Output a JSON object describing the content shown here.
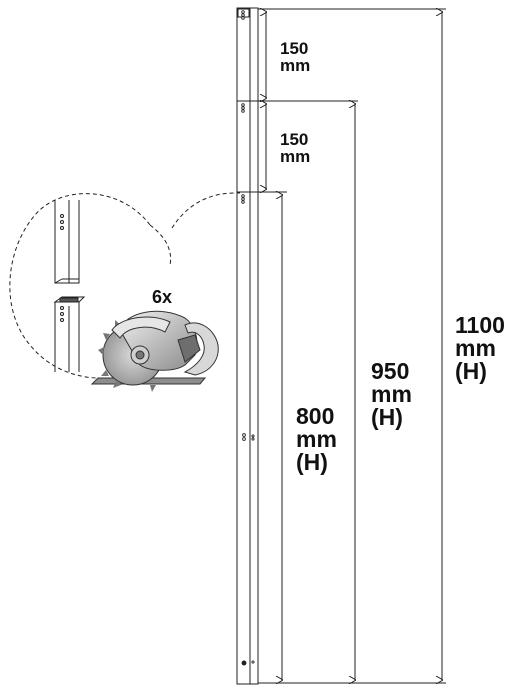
{
  "dimensions": {
    "seg_top": {
      "value": "150",
      "unit": "mm"
    },
    "seg_second": {
      "value": "150",
      "unit": "mm"
    },
    "height_800": {
      "value": "800",
      "unit": "mm",
      "note": "(H)"
    },
    "height_950": {
      "value": "950",
      "unit": "mm",
      "note": "(H)"
    },
    "height_1100": {
      "value": "1100",
      "unit": "mm",
      "note": "(H)"
    }
  },
  "callout": {
    "quantity": "6x"
  },
  "colors": {
    "line": "#222222",
    "saw_body": "#b5b5b5",
    "saw_dark": "#6e6e6e",
    "saw_light": "#e6e6e6"
  }
}
